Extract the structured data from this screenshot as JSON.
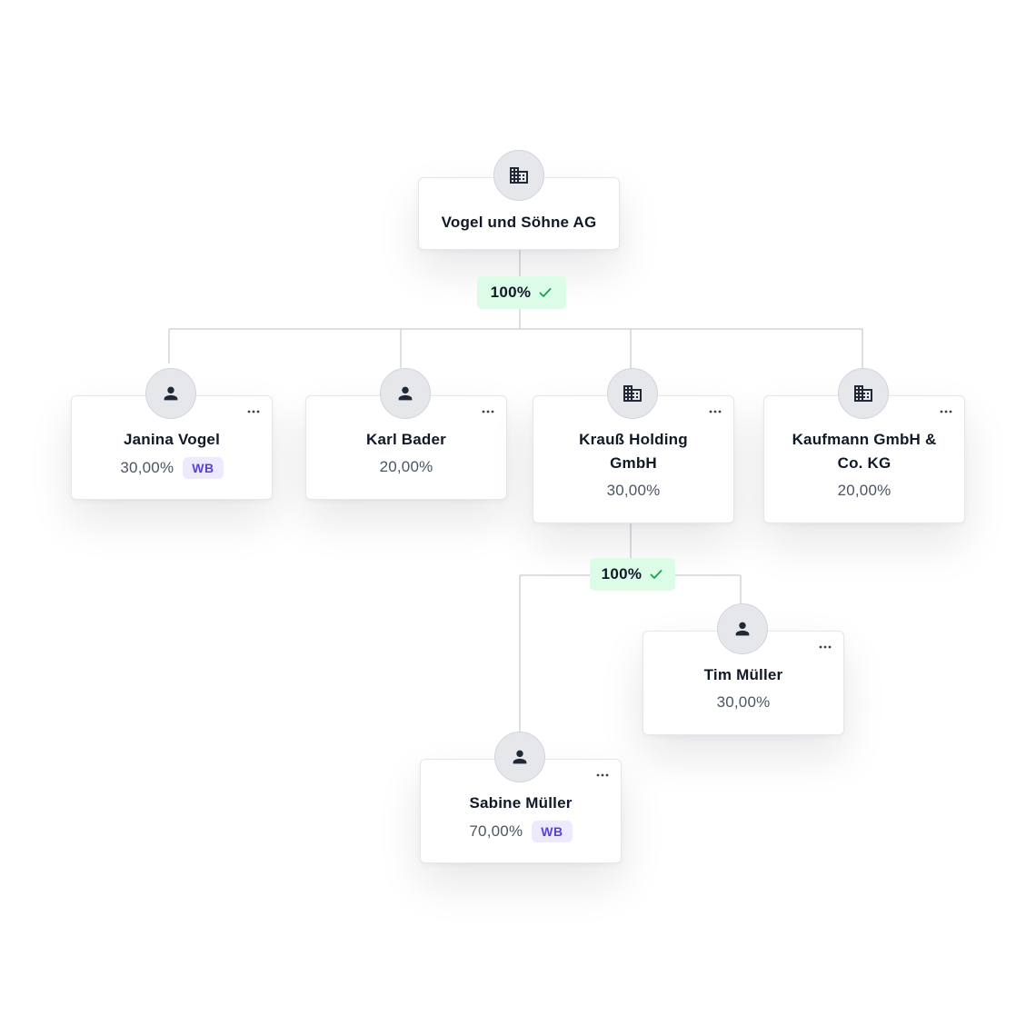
{
  "colors": {
    "card_bg": "#ffffff",
    "card_border": "#e5e7eb",
    "avatar_bg": "#e5e7eb",
    "line": "#d1d5db",
    "share_badge_bg": "#dcfce7",
    "check": "#16a34a",
    "wb_bg": "#ede9fe",
    "wb_text": "#5b3fd6"
  },
  "root": {
    "name": "Vogel und Söhne AG",
    "icon": "building-icon",
    "total_share": "100%"
  },
  "shareholders": [
    {
      "name": "Janina Vogel",
      "share": "30,00%",
      "badge": "WB",
      "icon": "person-icon"
    },
    {
      "name": "Karl Bader",
      "share": "20,00%",
      "icon": "person-icon"
    },
    {
      "name_line1": "Krauß Holding",
      "name_line2": "GmbH",
      "share": "30,00%",
      "icon": "building-icon",
      "total_share": "100%"
    },
    {
      "name_line1": "Kaufmann GmbH &",
      "name_line2": "Co. KG",
      "share": "20,00%",
      "icon": "building-icon"
    }
  ],
  "sub_shareholders": [
    {
      "name": "Tim Müller",
      "share": "30,00%",
      "icon": "person-icon"
    },
    {
      "name": "Sabine Müller",
      "share": "70,00%",
      "badge": "WB",
      "icon": "person-icon"
    }
  ]
}
